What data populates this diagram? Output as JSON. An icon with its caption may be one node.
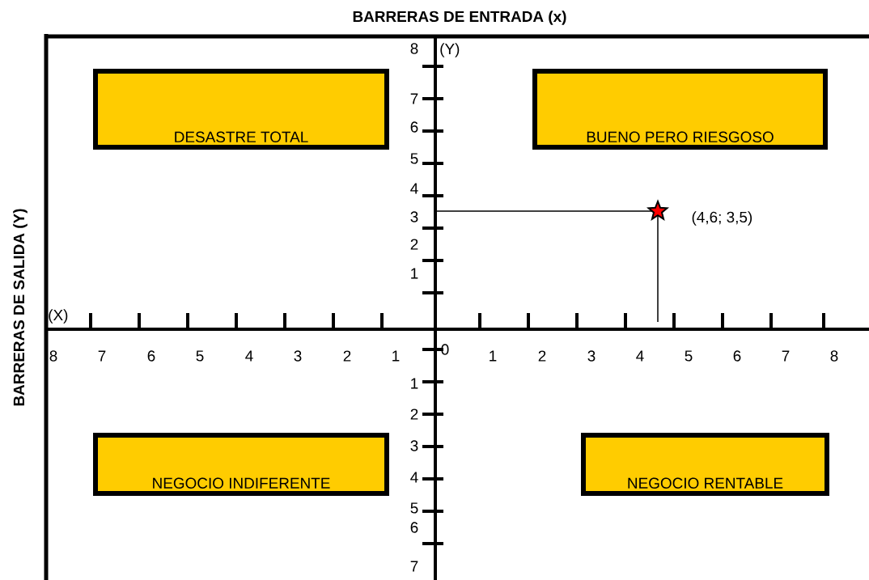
{
  "diagram": {
    "title": "BARRERAS DE ENTRADA (x)",
    "nodes": [
      {
        "text": [
          "DESASTRE TOTAL"
        ]
      },
      {
        "text": [
          "BUENO PERO RIESGOSO"
        ]
      },
      {
        "text": [
          "NEGOCIO INDIFERENTE"
        ]
      },
      {
        "text": [
          "NEGOCIO RENTABLE"
        ]
      },
      {
        "text": [],
        "shape": "star",
        "beside": [
          "(4,6; 3,5)"
        ]
      }
    ],
    "labels": [
      "BARRERAS DE SALIDA (Y)",
      "8",
      "(Y)",
      "7",
      "6",
      "5",
      "4",
      "3",
      "2",
      "1",
      "(X)",
      "8",
      "7",
      "6",
      "5",
      "4",
      "3",
      "2",
      "1",
      "0",
      "1",
      "2",
      "3",
      "4",
      "5",
      "6",
      "7",
      "8",
      "1",
      "2",
      "3",
      "4",
      "5",
      "6",
      "7"
    ]
  }
}
